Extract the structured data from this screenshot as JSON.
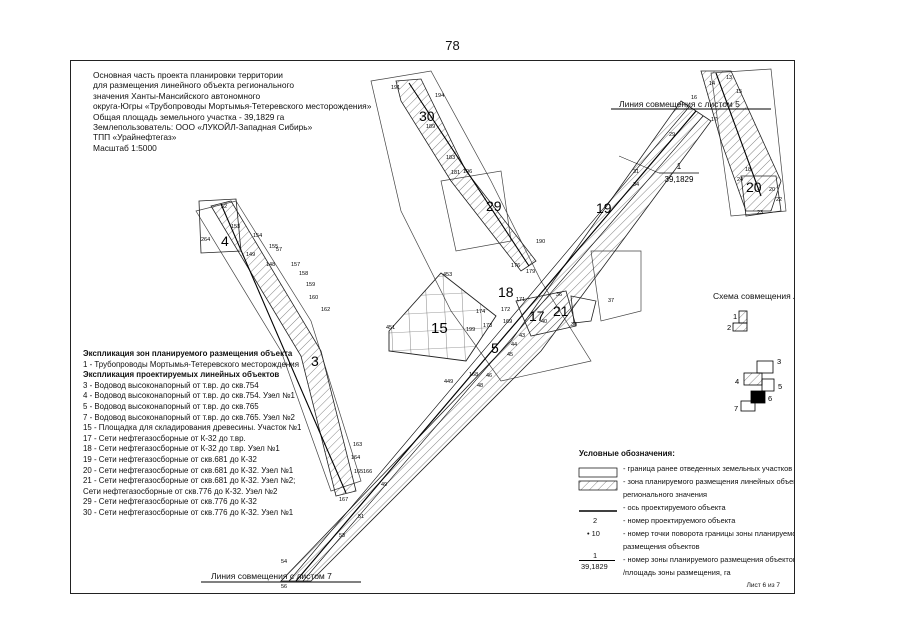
{
  "page_number": "78",
  "title_block": {
    "lines": [
      "Основная часть проекта планировки территории",
      "для размещения линейного объекта регионального",
      "значения Ханты-Мансийского автономного",
      "округа-Югры «Трубопроводы Мортымья-Тетеревского месторождения»",
      "Общая площадь земельного  участка - 39,1829 га",
      "Землепользователь: ООО «ЛУКОЙЛ-Западная Сибирь»",
      "ТПП «Урайнефтегаз»",
      "Масштаб 1:5000"
    ]
  },
  "explication": {
    "zones_header": "Экспликация зон планируемого размещения объекта",
    "zones": [
      "1 - Трубопроводы Мортымья-Тетеревского месторождения"
    ],
    "objects_header": "Экспликация проектируемых линейных объектов",
    "objects": [
      "3 - Водовод высоконапорный от т.вр. до скв.754",
      "4 - Водовод высоконапорный от т.вр. до скв.754. Узел №1",
      "5 - Водовод высоконапорный от т.вр. до скв.765",
      "7 - Водовод высоконапорный от т.вр. до скв.765. Узел №2",
      "15 - Площадка для складирования древесины. Участок №1",
      "17 - Сети нефтегазосборные от К-32 до т.вр.",
      "18 - Сети нефтегазосборные от К-32 до т.вр. Узел №1",
      "19 - Сети нефтегазосборные от скв.681 до К-32",
      "20 - Сети нефтегазосборные от скв.681 до К-32. Узел №1",
      "21 - Сети нефтегазосборные от скв.681 до К-32. Узел №2;",
      "     Сети нефтегазосборные от скв.776 до К-32. Узел №2",
      "29 - Сети нефтегазосборные от скв.776 до К-32",
      "30 - Сети нефтегазосборные от скв.776 до К-32. Узел №1"
    ]
  },
  "legend": {
    "title": "Условные обозначения:",
    "items": [
      {
        "text": "- граница ранее отведенных земельных участков"
      },
      {
        "text": "- зона планируемого размещения линейных объектов"
      },
      {
        "text": "регионального значения"
      },
      {
        "text": "- ось проектируемого объекта"
      },
      {
        "symbol": "2",
        "text": "- номер проектируемого объекта"
      },
      {
        "symbol": "• 10",
        "text": "- номер точки поворота границы зоны планируемого"
      },
      {
        "text": "размещения объектов"
      },
      {
        "symbol_num": "1",
        "symbol_den": "39,1829",
        "text": "- номер зоны планируемого размещения объектов"
      },
      {
        "text": "/площадь зоны размещения, га"
      }
    ]
  },
  "scheme": {
    "title": "Схема совмещения листов",
    "sheet_nums": [
      "1",
      "2",
      "3",
      "4",
      "5",
      "6",
      "7"
    ]
  },
  "map_labels": {
    "match_line_top": "Линия совмещения с листом 5",
    "match_line_bottom": "Линия совмещения с листом 7",
    "zone_fraction_num": "1",
    "zone_fraction_den": "39,1829",
    "sheet_label": "Лист 6 из 7",
    "object_numbers": [
      "3",
      "4",
      "5",
      "15",
      "17",
      "18",
      "19",
      "20",
      "21",
      "29",
      "30"
    ],
    "point_numbers": [
      "13",
      "14",
      "15",
      "16",
      "17",
      "18",
      "20",
      "22",
      "23",
      "24",
      "29",
      "31",
      "34",
      "36",
      "37",
      "38",
      "40",
      "43",
      "44",
      "45",
      "46",
      "48",
      "49",
      "51",
      "52",
      "53",
      "54",
      "56",
      "57",
      "148",
      "149",
      "153",
      "154",
      "155",
      "157",
      "158",
      "159",
      "160",
      "162",
      "163",
      "164",
      "165",
      "166",
      "167",
      "168",
      "169",
      "171",
      "172",
      "173",
      "174",
      "176",
      "179",
      "181",
      "183",
      "189",
      "190",
      "191",
      "194",
      "196",
      "199",
      "264",
      "449",
      "451",
      "453",
      "454",
      "455"
    ]
  }
}
